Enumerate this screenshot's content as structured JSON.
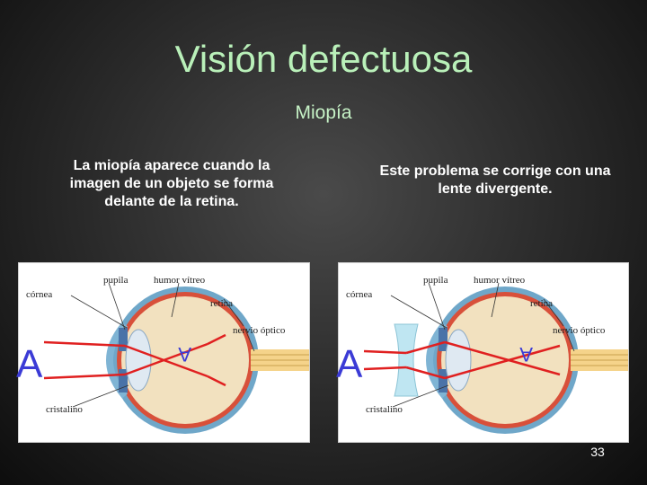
{
  "slide": {
    "title": "Visión defectuosa",
    "subtitle": "Miopía",
    "left_caption": "La miopía aparece cuando la imagen de un objeto se forma delante de la retina.",
    "right_caption": "Este problema se corrige con una lente divergente.",
    "page_number": "33"
  },
  "diagram_labels": {
    "cornea": "córnea",
    "pupila": "pupila",
    "humor_vitreo": "humor vítreo",
    "retina": "retina",
    "nervio_optico": "nervio óptico",
    "cristalino": "cristalino",
    "object_letter": "A",
    "image_letter": "A"
  },
  "colors": {
    "title": "#b9f0b9",
    "ray": "#e02020",
    "object_letter": "#3b3bd6",
    "lens": "#bfe6f2"
  }
}
